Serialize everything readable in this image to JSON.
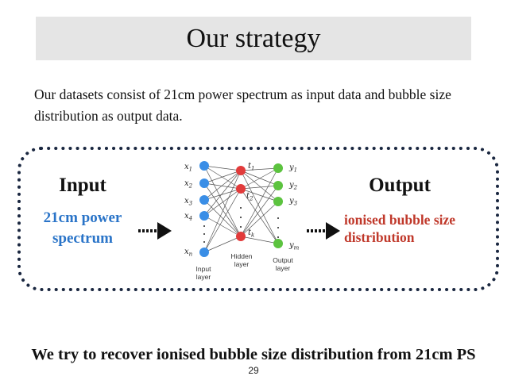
{
  "title": "Our strategy",
  "intro": "Our datasets consist of 21cm power spectrum as input data and bubble size distribution as output data.",
  "diagram": {
    "input_heading": "Input",
    "input_desc": [
      "21cm power",
      "spectrum"
    ],
    "output_heading": "Output",
    "output_desc": [
      "ionised bubble size",
      "distribution"
    ],
    "input_nodes": [
      "x1",
      "x2",
      "x3",
      "x4",
      "xn"
    ],
    "hidden_nodes": [
      "t1",
      "t2",
      "tk"
    ],
    "output_nodes": [
      "y1",
      "y2",
      "y3",
      "ym"
    ],
    "layer_labels": {
      "input": [
        "Input",
        "layer"
      ],
      "hidden": [
        "Hidden",
        "layer"
      ],
      "output": [
        "Output",
        "layer"
      ]
    },
    "colors": {
      "input_node": "#3a8ee6",
      "hidden_node": "#e23b3b",
      "output_node": "#5cc33f",
      "dashed_border": "#1a2740"
    }
  },
  "footer": "We try to recover ionised bubble size distribution from 21cm PS",
  "page_number": "29"
}
